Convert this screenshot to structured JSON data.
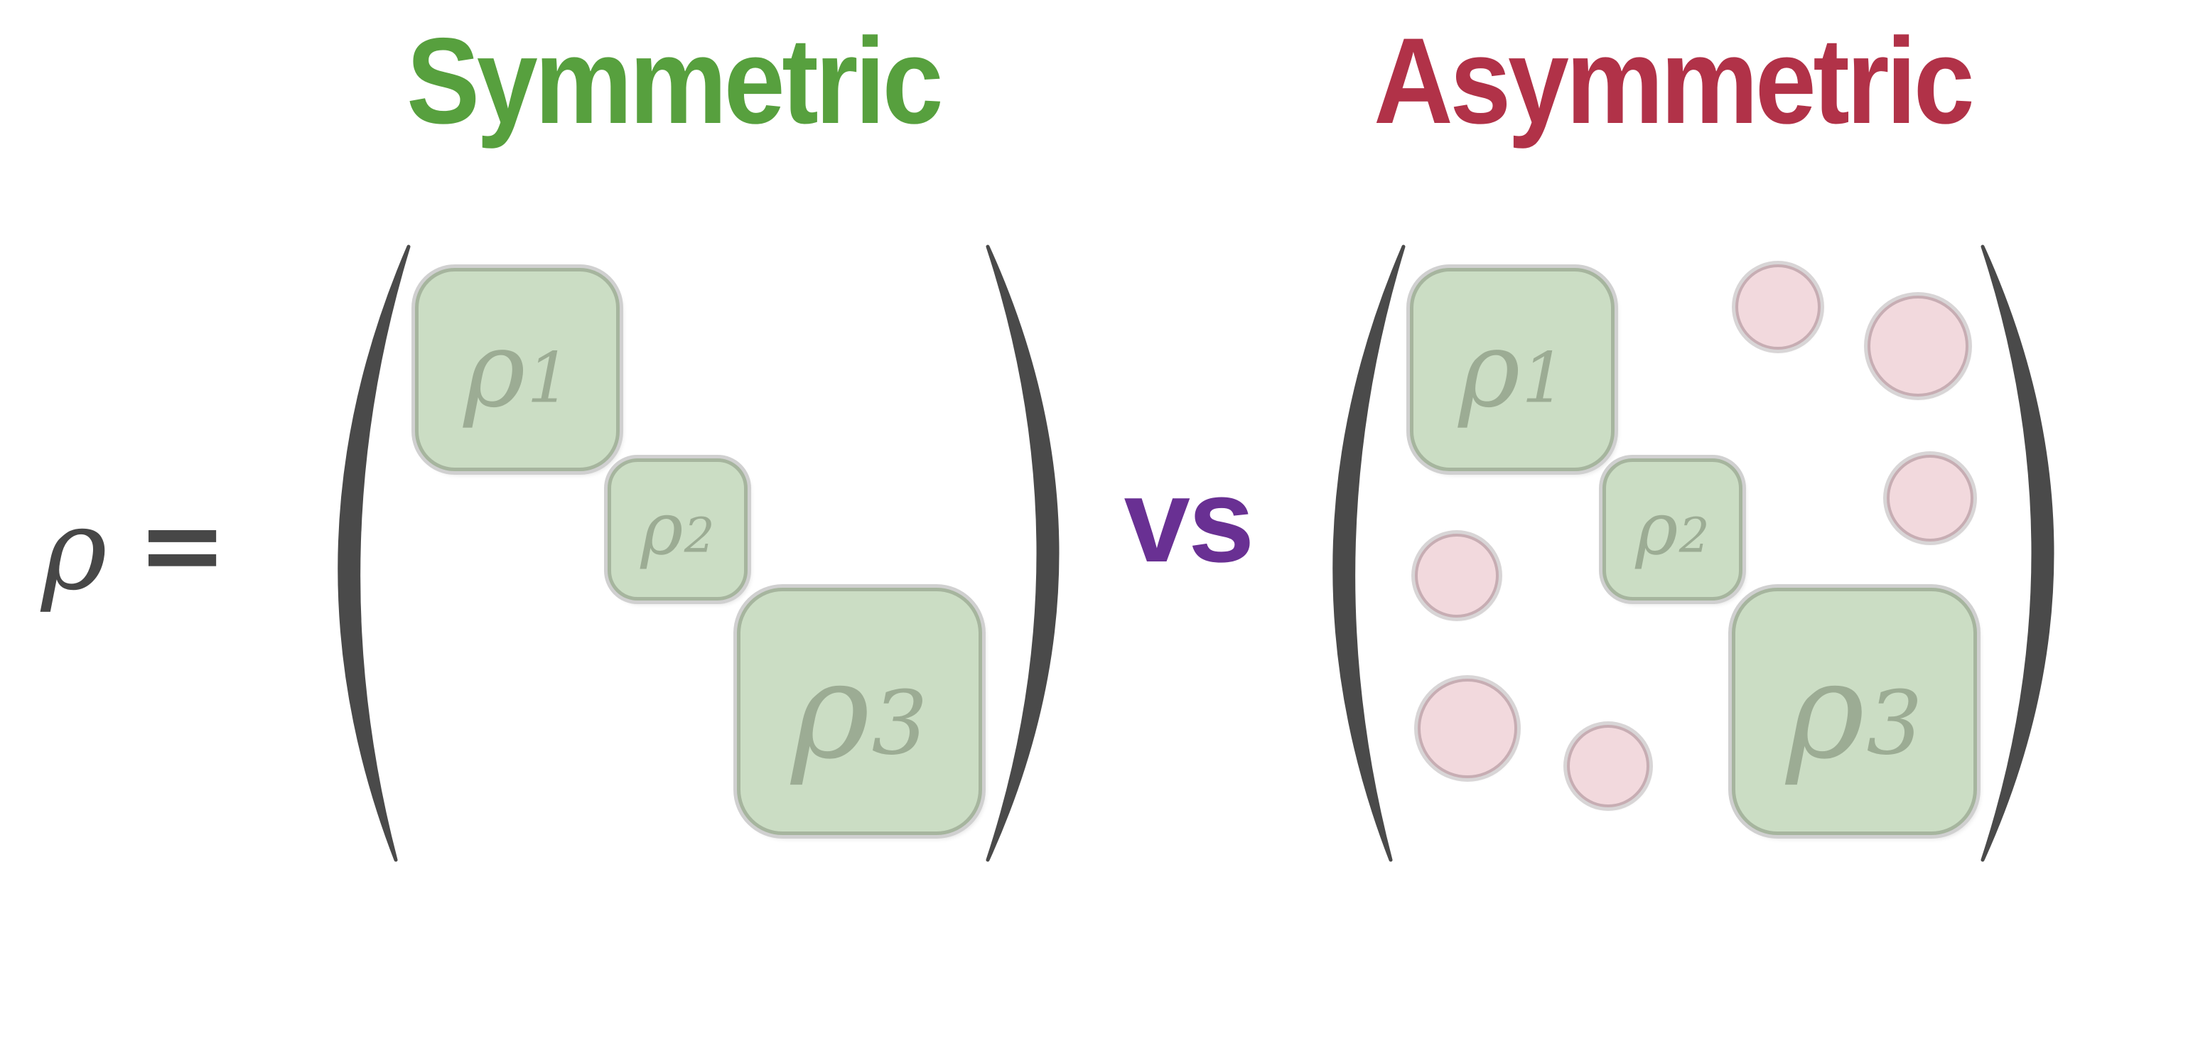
{
  "titles": {
    "symmetric": "Symmetric",
    "asymmetric": "Asymmetric"
  },
  "formula": {
    "rho": "ρ",
    "equals": "=",
    "comparator": "vs"
  },
  "matrices": {
    "symmetric": {
      "blocks": [
        {
          "base": "ρ",
          "sub": "1"
        },
        {
          "base": "ρ",
          "sub": "2"
        },
        {
          "base": "ρ",
          "sub": "3"
        }
      ]
    },
    "asymmetric": {
      "blocks": [
        {
          "base": "ρ",
          "sub": "1"
        },
        {
          "base": "ρ",
          "sub": "2"
        },
        {
          "base": "ρ",
          "sub": "3"
        }
      ],
      "offdiagonal_dot_count": 6
    }
  },
  "colors": {
    "symmetric_green": "#57a03e",
    "asymmetric_red": "#b13248",
    "vs_purple": "#693093",
    "paren": "#4a4a4a",
    "formula_text": "#474747",
    "block_fill": "#cbddc4",
    "block_border": "#a6b59e",
    "block_outline": "#d0d0d0",
    "block_label": "#9cac94",
    "circle_fill": "#f2d9dd",
    "circle_border": "#c7adb3",
    "circle_outline": "#d8d5d6",
    "page_bg": "#ffffff"
  }
}
